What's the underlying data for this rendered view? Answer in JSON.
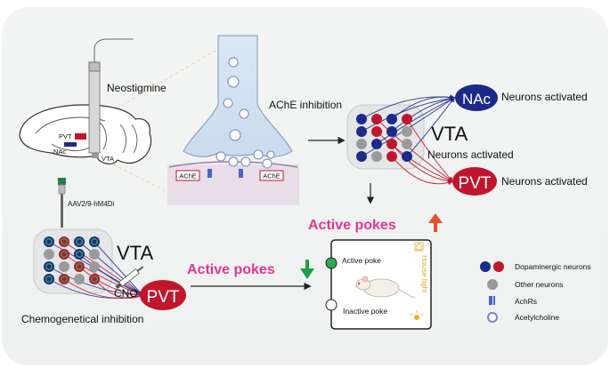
{
  "labels": {
    "neostigmine": "Neostigmine",
    "pvt_brain": "PVT",
    "nac_brain": "NAc",
    "vta_brain": "VTA",
    "ache_inhibition": "AChE inhibition",
    "ache_left": "AChE",
    "ache_right": "AChE",
    "vta_top": "VTA",
    "nac_target": "NAc",
    "nac_neurons": "Neurons activated",
    "vta_neurons": "Neurons activated",
    "pvt_target": "PVT",
    "pvt_neurons": "Neurons activated",
    "aav": "AAV2/9-hM4Di",
    "vta_bottom": "VTA",
    "cno": "CNO",
    "pvt_bottom": "PVT",
    "chemogenetic": "Chemogenetical inhibition",
    "active_pokes_up": "Active pokes",
    "active_pokes_down": "Active pokes",
    "active_poke": "Active poke",
    "inactive_poke": "Inactive poke",
    "house_light": "House light"
  },
  "legend": {
    "dopaminergic": "Dopaminergic neurons",
    "other": "Other neurons",
    "achrs": "AchRs",
    "acetylcholine": "Acetylcholine"
  },
  "colors": {
    "navy": "#1c2a8a",
    "crimson": "#c0162c",
    "gray": "#9a9a9a",
    "magenta": "#e0368f",
    "green": "#1f9e4a",
    "orange": "#e8502a"
  }
}
